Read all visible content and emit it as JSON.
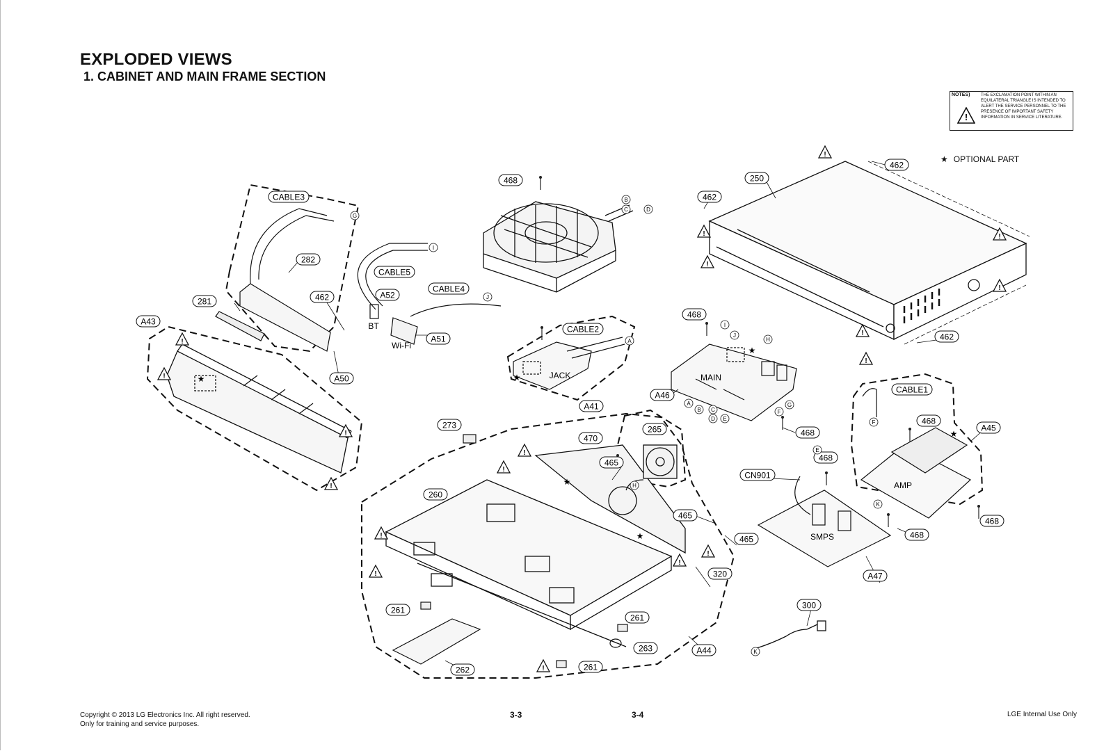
{
  "header": {
    "title": "EXPLODED VIEWS",
    "subtitle": "1. CABINET AND MAIN FRAME SECTION"
  },
  "notes": {
    "label": "NOTES)",
    "text": "THE EXCLAMATION POINT WITHIN AN EQUILATERAL TRIANGLE IS INTENDED TO ALERT THE SERVICE PERSONNEL TO THE PRESENCE OF IMPORTANT SAFETY INFORMATION IN SERVICE LITERATURE."
  },
  "legend": {
    "star": "★",
    "optional_part": "OPTIONAL PART"
  },
  "callouts": [
    "CABLE3",
    "282",
    "462",
    "281",
    "A43",
    "A50",
    "CABLE5",
    "A52",
    "CABLE4",
    "A51",
    "468",
    "CABLE2",
    "A41",
    "462",
    "250",
    "462",
    "468",
    "A46",
    "468",
    "462",
    "273",
    "470",
    "465",
    "265",
    "260",
    "465",
    "465",
    "320",
    "261",
    "261",
    "263",
    "261",
    "262",
    "A44",
    "CABLE1",
    "468",
    "A45",
    "CN901",
    "468",
    "468",
    "468",
    "A47",
    "300"
  ],
  "letter_markers": [
    "G",
    "I",
    "J",
    "B",
    "C",
    "D",
    "A",
    "I",
    "J",
    "H",
    "A",
    "B",
    "C",
    "D",
    "E",
    "F",
    "G",
    "H",
    "F",
    "E",
    "K",
    "K"
  ],
  "component_labels": {
    "bt": "BT",
    "wifi": "Wi-Fi",
    "jack": "JACK",
    "main": "MAIN",
    "smps": "SMPS",
    "amp": "AMP"
  },
  "footer": {
    "copyright": "Copyright © 2013 LG Electronics Inc. All right reserved.",
    "training": "Only for training and service purposes.",
    "page_left": "3-3",
    "page_right": "3-4",
    "internal": "LGE Internal Use Only"
  }
}
